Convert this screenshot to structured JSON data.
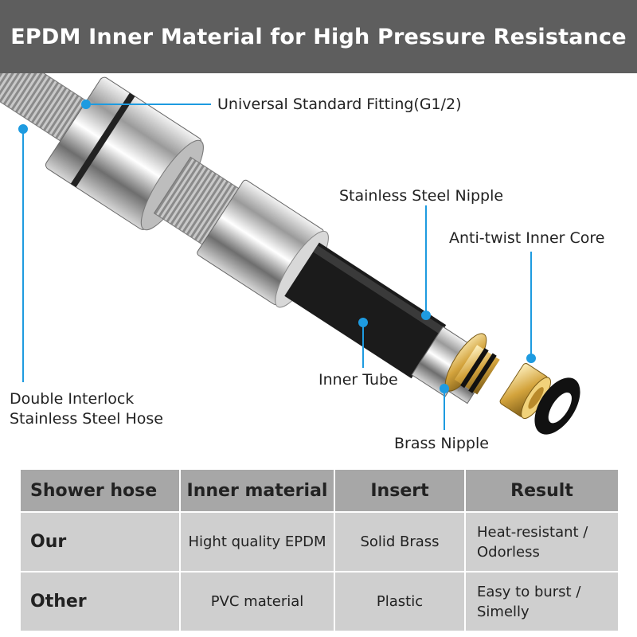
{
  "header": {
    "title": "EPDM Inner Material for High Pressure Resistance"
  },
  "callouts": {
    "fitting": "Universal Standard Fitting(G1/2)",
    "nipple": "Stainless Steel Nipple",
    "core": "Anti-twist Inner Core",
    "hose_line1": "Double Interlock",
    "hose_line2": "Stainless Steel Hose",
    "inner_tube": "Inner Tube",
    "brass": "Brass Nipple"
  },
  "table": {
    "headers": [
      "Shower hose",
      "Inner material",
      "Insert",
      "Result"
    ],
    "rows": [
      {
        "name": "Our",
        "material": "Hight quality EPDM",
        "insert": "Solid Brass",
        "result_line1": "Heat-resistant /",
        "result_line2": "Odorless"
      },
      {
        "name": "Other",
        "material": "PVC material",
        "insert": "Plastic",
        "result_line1": "Easy to burst /",
        "result_line2": "Simelly"
      }
    ]
  },
  "colors": {
    "header_bg": "#5e5e5e",
    "callout_blue": "#1e9be0",
    "table_head": "#a7a7a7",
    "table_body": "#cfcfcf"
  }
}
